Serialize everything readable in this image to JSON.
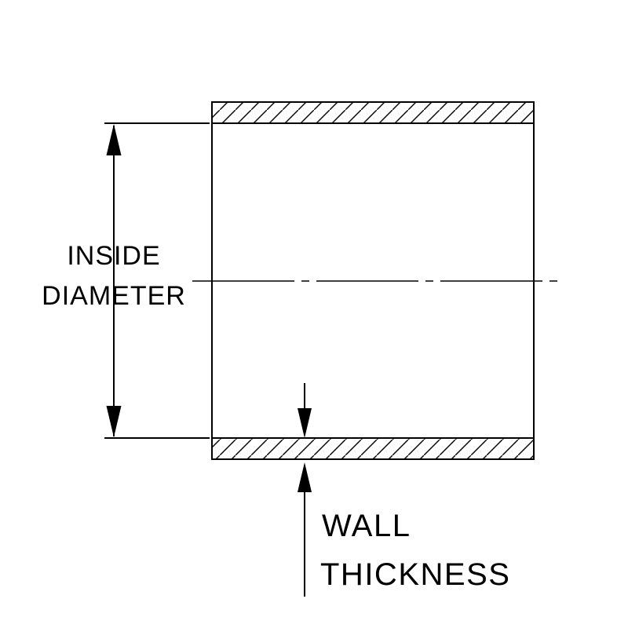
{
  "diagram": {
    "type": "technical-drawing",
    "subject": "tube-cross-section",
    "labels": {
      "inside_diameter_line1": "INSIDE",
      "inside_diameter_line2": "DIAMETER",
      "wall_thickness_line1": "WALL",
      "wall_thickness_line2": "THICKNESS"
    },
    "colors": {
      "line": "#000000",
      "background": "#ffffff"
    }
  }
}
